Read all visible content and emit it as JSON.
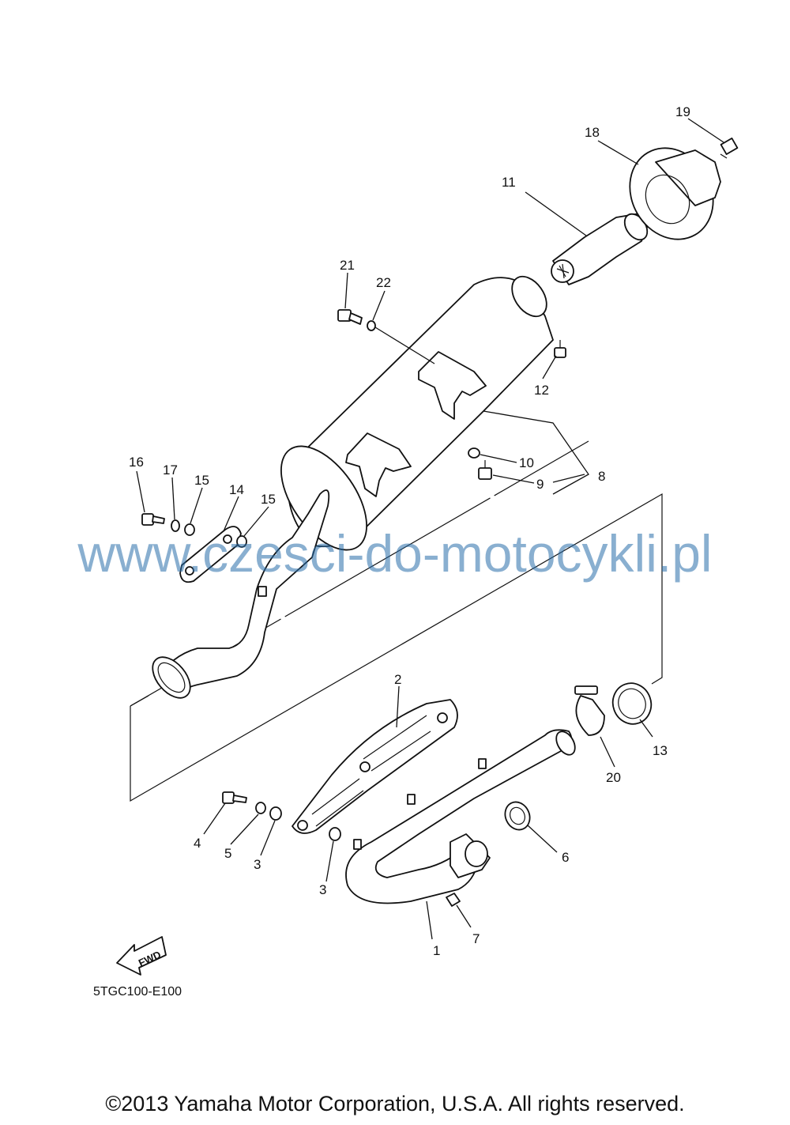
{
  "callouts": {
    "c1": "1",
    "c2": "2",
    "c3a": "3",
    "c3b": "3",
    "c4": "4",
    "c5": "5",
    "c6": "6",
    "c7": "7",
    "c8": "8",
    "c9": "9",
    "c10": "10",
    "c11": "11",
    "c12": "12",
    "c13": "13",
    "c14": "14",
    "c15a": "15",
    "c15b": "15",
    "c16": "16",
    "c17": "17",
    "c18": "18",
    "c19": "19",
    "c20": "20",
    "c21": "21",
    "c22": "22"
  },
  "fwd_label": "FWD",
  "drawing_code": "5TGC100-E100",
  "watermark": "www.czesci-do-motocykli.pl",
  "copyright": "©2013 Yamaha Motor Corporation, U.S.A. All rights reserved.",
  "colors": {
    "line": "#111111",
    "watermark": "#286eaa",
    "background": "#ffffff"
  },
  "icons": {
    "fwd_arrow": "fwd-arrow-icon"
  }
}
